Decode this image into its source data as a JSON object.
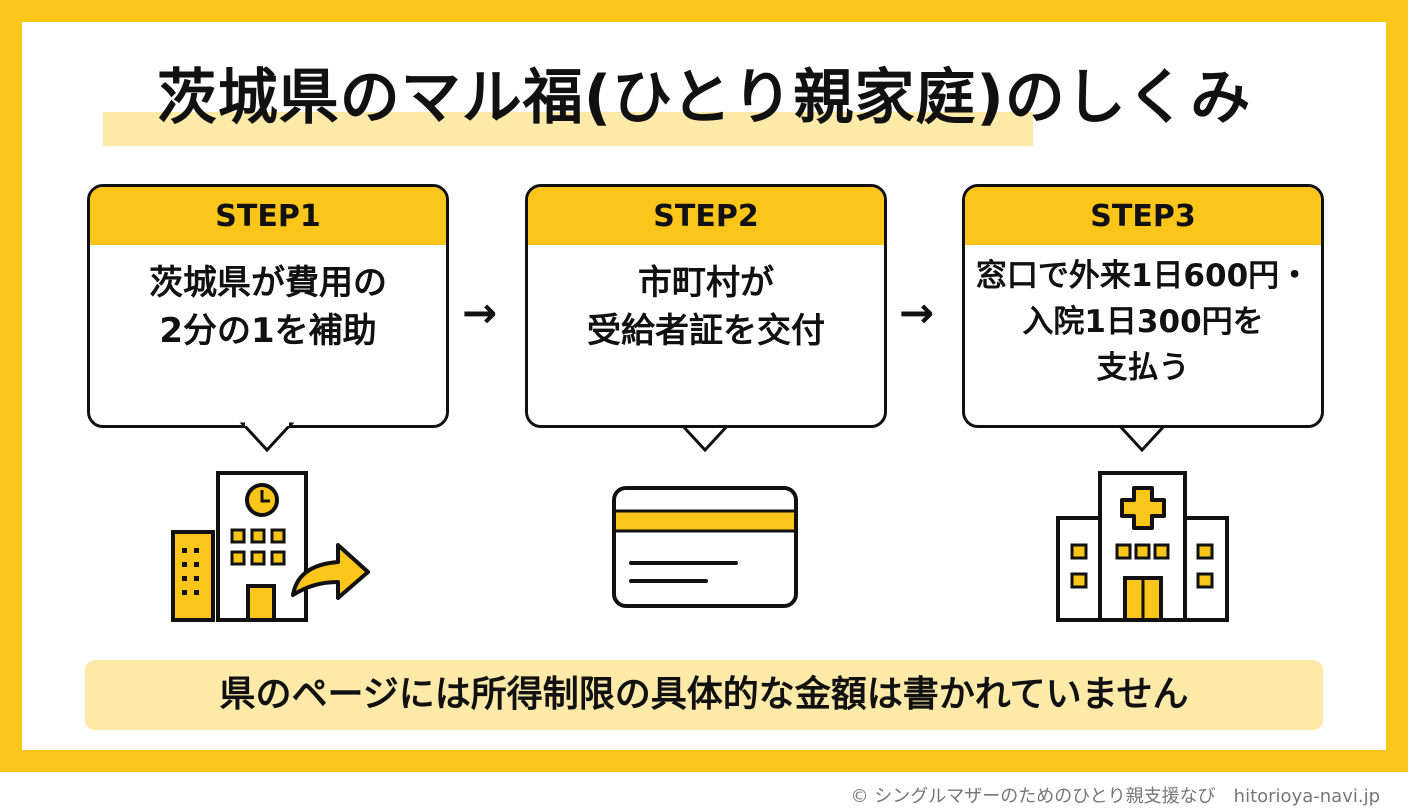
{
  "title": "茨城県のマル福(ひとり親家庭)のしくみ",
  "steps": [
    {
      "label": "STEP1",
      "text": "茨城県が費用の\n2分の1を補助"
    },
    {
      "label": "STEP2",
      "text": "市町村が\n受給者証を交付"
    },
    {
      "label": "STEP3",
      "text": "窓口で外来1日600円・\n入院1日300円を\n支払う"
    }
  ],
  "arrows": [
    "→",
    "→"
  ],
  "note": "県のページには所得制限の具体的な金額は書かれていません",
  "footer": "© シングルマザーのためのひとり親支援なび　hitorioya-navi.jp",
  "colors": {
    "accent": "#fcc51a",
    "highlight": "#fdeaa8",
    "ink": "#111111"
  },
  "icons": [
    "government-building-icon",
    "id-card-icon",
    "hospital-icon"
  ]
}
